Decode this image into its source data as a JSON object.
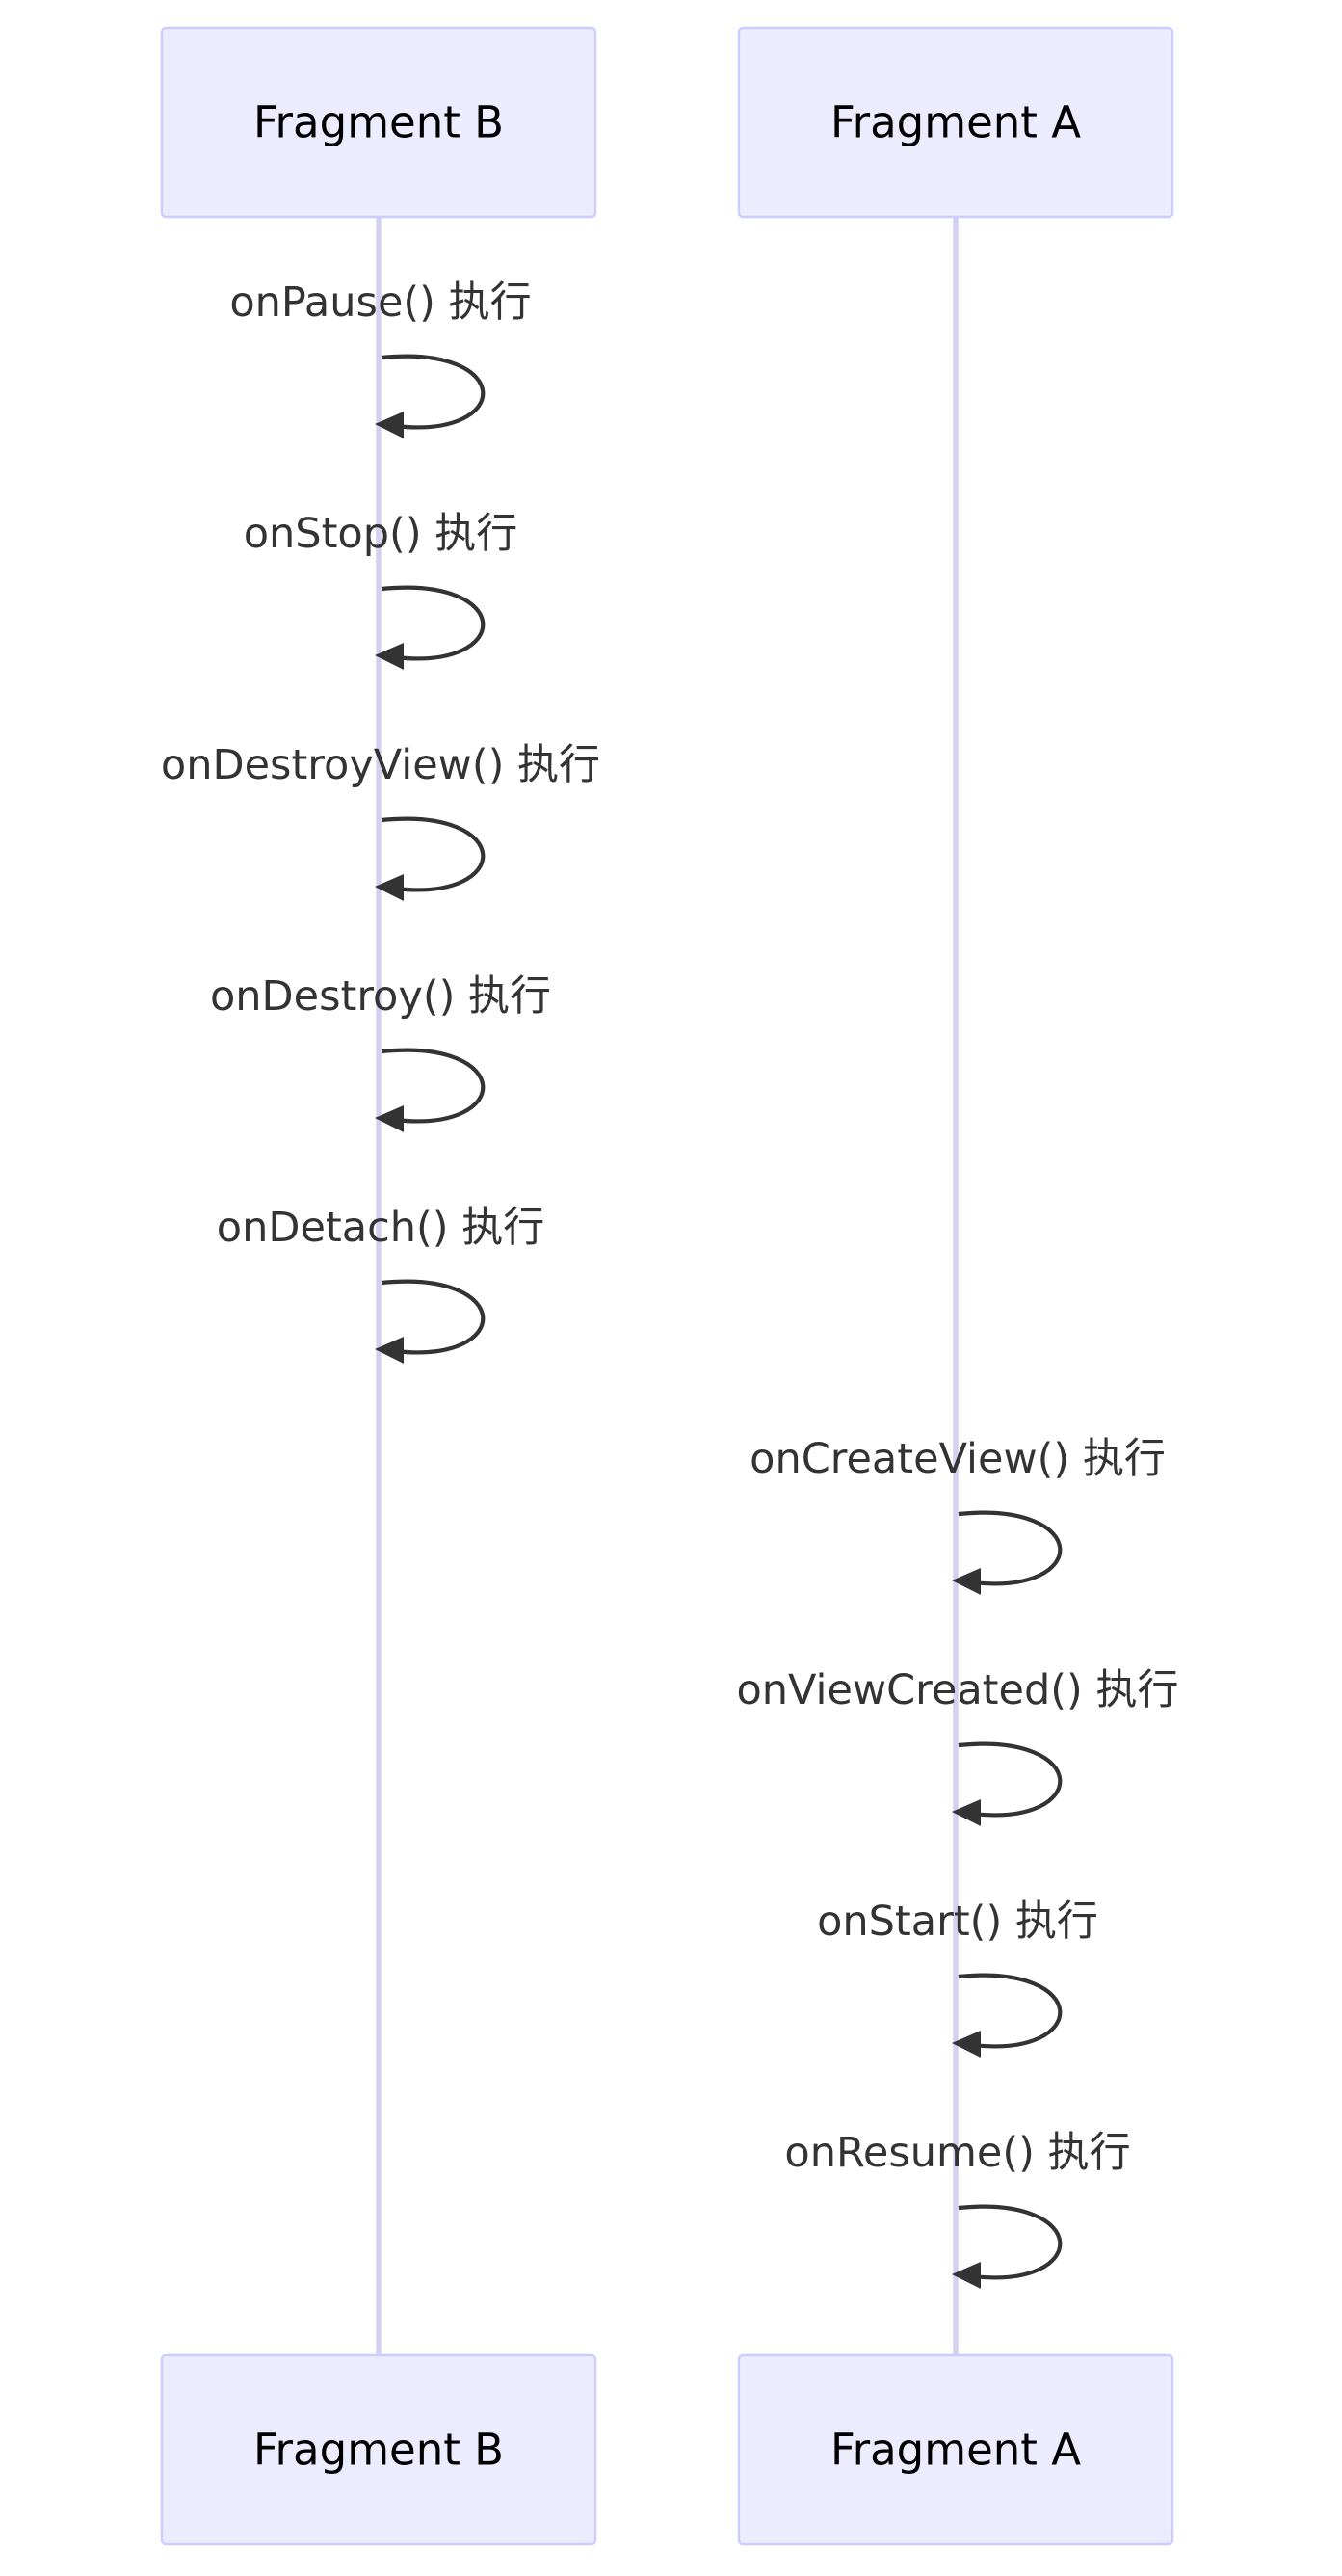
{
  "participants": [
    {
      "id": "fragment-b",
      "label": "Fragment B"
    },
    {
      "id": "fragment-a",
      "label": "Fragment A"
    }
  ],
  "messages": [
    {
      "participant": "fragment-b",
      "label": "onPause() 执行"
    },
    {
      "participant": "fragment-b",
      "label": "onStop() 执行"
    },
    {
      "participant": "fragment-b",
      "label": "onDestroyView() 执行"
    },
    {
      "participant": "fragment-b",
      "label": "onDestroy() 执行"
    },
    {
      "participant": "fragment-b",
      "label": "onDetach() 执行"
    },
    {
      "participant": "fragment-a",
      "label": "onCreateView() 执行"
    },
    {
      "participant": "fragment-a",
      "label": "onViewCreated() 执行"
    },
    {
      "participant": "fragment-a",
      "label": "onStart() 执行"
    },
    {
      "participant": "fragment-a",
      "label": "onResume() 执行"
    }
  ],
  "colors": {
    "actor_fill": "#ececff",
    "actor_border": "#ccccff",
    "lifeline": "#d4d0f0",
    "message_line": "#333333",
    "message_text": "#333333",
    "actor_text": "#000000"
  }
}
